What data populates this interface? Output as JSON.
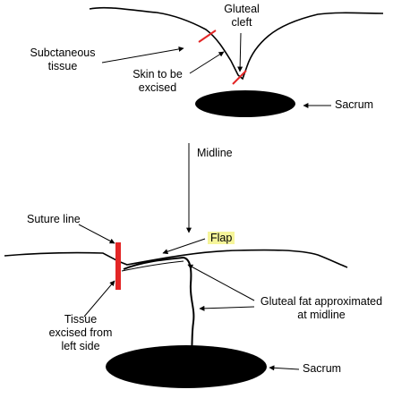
{
  "top": {
    "gluteal_cleft": [
      "Gluteal",
      "cleft"
    ],
    "subcutaneous": [
      "Subctaneous",
      "tissue"
    ],
    "skin_excised": [
      "Skin to be",
      "excised"
    ],
    "sacrum": "Sacrum"
  },
  "middle": {
    "midline": "Midline"
  },
  "bottom": {
    "suture_line": "Suture line",
    "flap": "Flap",
    "gluteal_fat": [
      "Gluteal fat approximated",
      "at midline"
    ],
    "tissue_excised": [
      "Tissue",
      "excised from",
      "left side"
    ],
    "sacrum": "Sacrum"
  },
  "colors": {
    "incision": "#e32626",
    "flap_highlight": "#f6f59a",
    "ink": "#000000"
  }
}
